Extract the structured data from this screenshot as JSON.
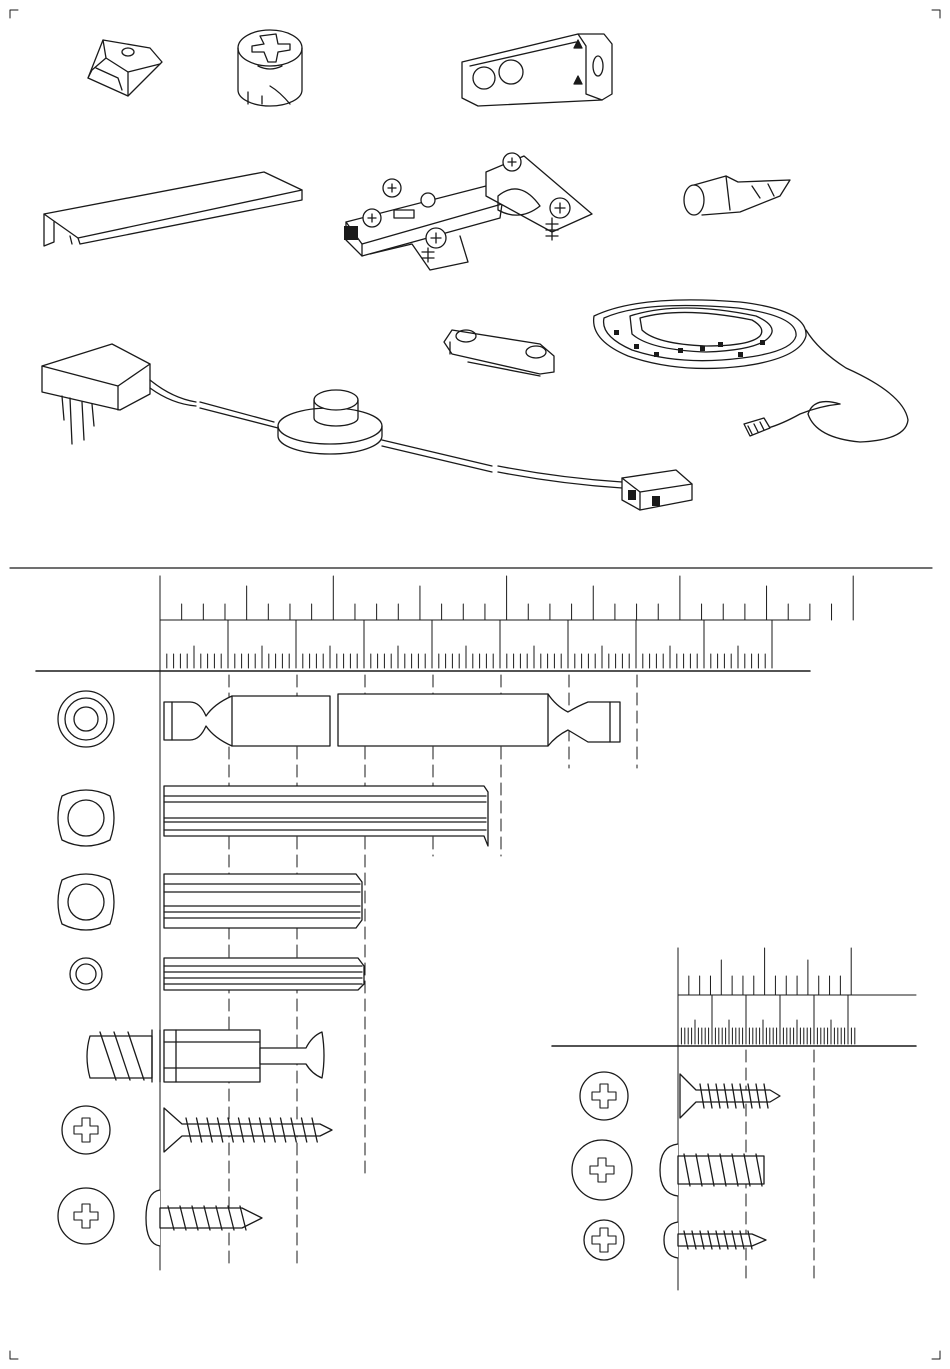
{
  "page": {
    "type": "furniture assembly instruction sheet – parts overview",
    "ink_color": "#1a1a1a",
    "background": "#ffffff"
  },
  "parts_top": [
    {
      "name": "clip-bracket-icon"
    },
    {
      "name": "cam-lock-icon"
    },
    {
      "name": "angle-bracket-icon"
    },
    {
      "name": "aluminium-profile-icon"
    },
    {
      "name": "hinge-icon"
    },
    {
      "name": "plug-cap-icon"
    },
    {
      "name": "adapter-with-switch-and-splitter-icon"
    },
    {
      "name": "spacer-link-icon"
    },
    {
      "name": "led-strip-icon"
    }
  ],
  "main_scale": {
    "major_ticks": 4,
    "minor_per_major": 10
  },
  "small_scale": {
    "major_ticks": 2,
    "minor_per_major": 10
  },
  "hardware_rows_left": [
    {
      "name": "connector-bolt-icon"
    },
    {
      "name": "long-dowel-icon"
    },
    {
      "name": "medium-dowel-icon"
    },
    {
      "name": "small-dowel-icon"
    },
    {
      "name": "cam-bolt-icon"
    },
    {
      "name": "countersunk-screw-icon"
    },
    {
      "name": "pan-head-screw-icon"
    }
  ],
  "hardware_rows_right": [
    {
      "name": "small-countersunk-screw-icon"
    },
    {
      "name": "short-pan-screw-icon"
    },
    {
      "name": "small-pan-screw-icon"
    }
  ]
}
